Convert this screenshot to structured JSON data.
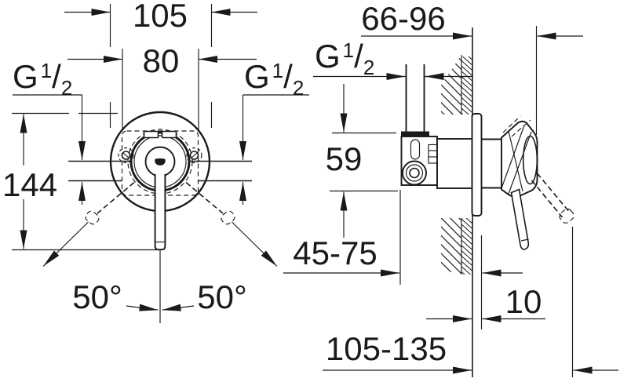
{
  "meta": {
    "title": "Concealed shower mixer - dimensional drawing",
    "background": "#ffffff",
    "ink": "#1a1a1a"
  },
  "front_view": {
    "dim_plate_diameter": "105",
    "dim_body_width": "80",
    "dim_total_height": "144",
    "dim_swing_left": "50°",
    "dim_swing_right": "50°",
    "thread_left": {
      "base": "G",
      "sup": "1",
      "slash": "/",
      "sub": "2"
    },
    "thread_right": {
      "base": "G",
      "sup": "1",
      "slash": "/",
      "sub": "2"
    }
  },
  "side_view": {
    "dim_handle_to_wall": "66-96",
    "dim_port_offset": "59",
    "dim_rough_in_depth": "45-75",
    "dim_plate_clearance": "10",
    "dim_total_depth": "105-135",
    "thread_top": {
      "base": "G",
      "sup": "1",
      "slash": "/",
      "sub": "2"
    }
  }
}
